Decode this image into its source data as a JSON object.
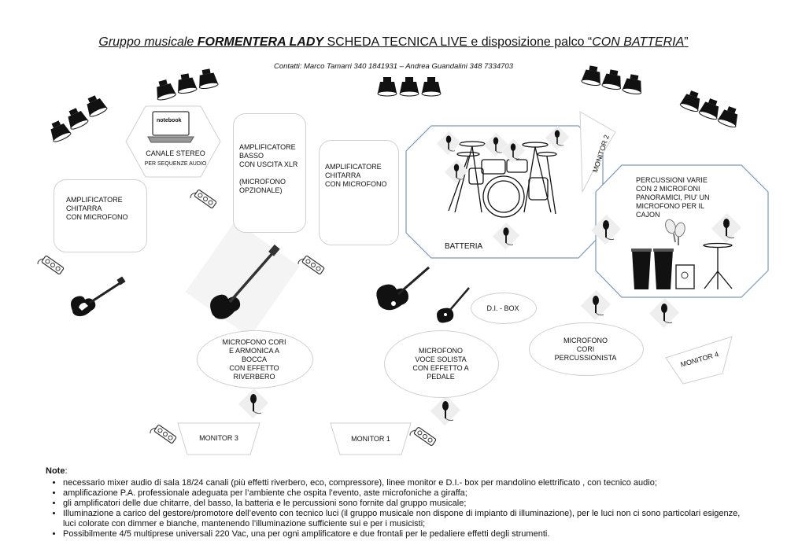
{
  "header": {
    "title_pre": "Gruppo musicale ",
    "title_band": "FORMENTERA LADY",
    "title_mid": "  SCHEDA TECNICA LIVE e disposizione palco “",
    "title_setup": "CON BATTERIA",
    "title_end": "”",
    "contacts": "Contatti: Marco Tamarri  340 1841931 – Andrea Guandalini 348 7334703"
  },
  "stage": {
    "notebook_label": "notebook",
    "stereo_channel": "CANALE STEREO",
    "stereo_sub": "PER SEQUENZE AUDIO",
    "amp_guitar_left": [
      "AMPLIFICATORE",
      "CHITARRA",
      "CON MICROFONO"
    ],
    "amp_bass": [
      "AMPLIFICATORE",
      "BASSO",
      "CON USCITA XLR",
      "",
      "(MICROFONO",
      "OPZIONALE)"
    ],
    "amp_guitar_right": [
      "AMPLIFICATORE",
      "CHITARRA",
      "CON MICROFONO"
    ],
    "drums": "BATTERIA",
    "monitor2": "MONITOR 2",
    "percussion": [
      "PERCUSSIONI VARIE",
      "CON 2 MICROFONI",
      "PANORAMICI, PIU' UN",
      "MICROFONO PER IL",
      "CAJON"
    ],
    "di_box": "D.I. - BOX",
    "mic_backing_left": [
      "MICROFONO CORI",
      "E ARMONICA  A",
      "BOCCA",
      "CON EFFETTO",
      "RIVERBERO"
    ],
    "mic_lead": [
      "MICROFONO",
      "VOCE SOLISTA",
      "CON EFFETTO A",
      "PEDALE"
    ],
    "mic_perc": [
      "MICROFONO",
      "CORI",
      "PERCUSSIONISTA"
    ],
    "monitor4": "MONITOR 4",
    "monitor3": "MONITOR 3",
    "monitor1": "MONITOR 1"
  },
  "notes": {
    "heading": "Note",
    "items": [
      "necessario mixer audio di sala 18/24 canali (più effetti riverbero, eco, compressore), linee monitor e D.I.- box per mandolino elettrificato , con tecnico audio;",
      "amplificazione P.A. professionale adeguata per l’ambiente che ospita l’evento, aste microfoniche a giraffa;",
      "gli amplificatori delle due chitarre, del basso, la batteria e le percussioni sono fornite dal gruppo musicale;",
      "Illuminazione a carico del gestore/promotore dell’evento con tecnico luci (il gruppo musicale non dispone di impianto di illuminazione), per le luci non ci sono particolari esigenze, luci colorate con dimmer e bianche, mantenendo l’illuminazione sufficiente sui e per i musicisti;",
      "Possibilmente 4/5 multiprese universali 220 Vac, una per ogni amplificatore e due frontali per le pedaliere effetti degli strumenti."
    ]
  }
}
